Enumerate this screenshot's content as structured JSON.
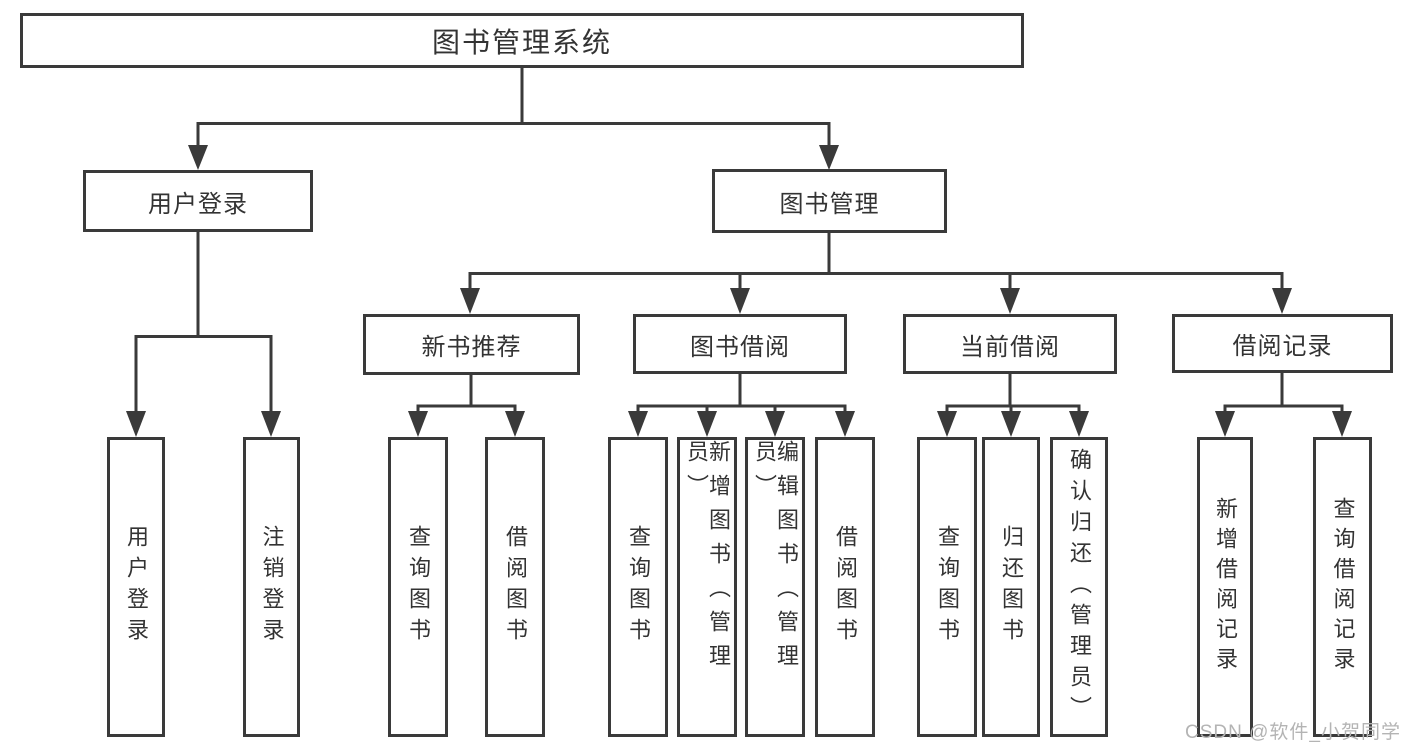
{
  "diagram": {
    "root": {
      "label": "图书管理系统"
    },
    "level2": [
      {
        "label": "用户登录"
      },
      {
        "label": "图书管理"
      }
    ],
    "level3": [
      {
        "label": "新书推荐"
      },
      {
        "label": "图书借阅"
      },
      {
        "label": "当前借阅"
      },
      {
        "label": "借阅记录"
      }
    ],
    "leaves": {
      "user_login": [
        {
          "label": "用户登录"
        },
        {
          "label": "注销登录"
        }
      ],
      "new_books": [
        {
          "label": "查询图书"
        },
        {
          "label": "借阅图书"
        }
      ],
      "book_borrow": [
        {
          "label": "查询图书"
        },
        {
          "label": "新增图书（管理员）"
        },
        {
          "label": "编辑图书（管理员）"
        },
        {
          "label": "借阅图书"
        }
      ],
      "current_borrow": [
        {
          "label": "查询图书"
        },
        {
          "label": "归还图书"
        },
        {
          "label": "确认归还（管理员）"
        }
      ],
      "borrow_records": [
        {
          "label": "新增借阅记录"
        },
        {
          "label": "查询借阅记录"
        }
      ]
    },
    "colors": {
      "line": "#3a3a3a",
      "text": "#333333",
      "background": "#ffffff",
      "watermark": "#b4b4b4"
    },
    "watermark": "CSDN @软件_小贺同学"
  }
}
